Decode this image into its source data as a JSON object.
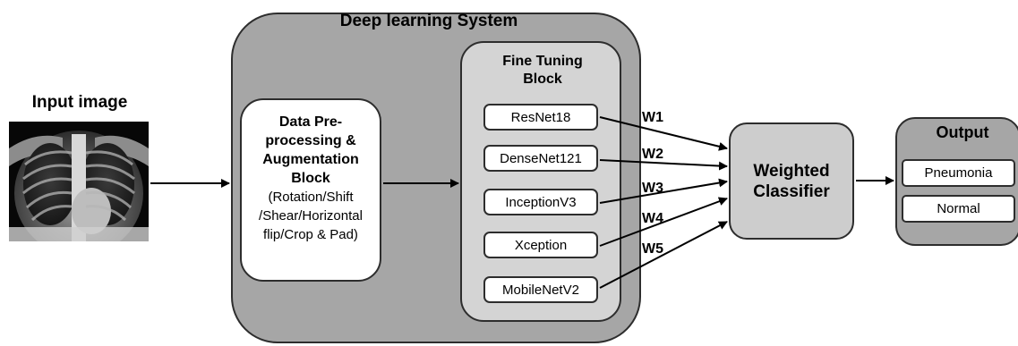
{
  "input": {
    "title": "Input image"
  },
  "deep_learning_system": {
    "title": "Deep learning System"
  },
  "preprocessing": {
    "title_line1": "Data Pre-",
    "title_line2": "processing &",
    "title_line3": "Augmentation",
    "title_line4": "Block",
    "detail_line1": "(Rotation/Shift",
    "detail_line2": "/Shear/Horizontal",
    "detail_line3": "flip/Crop & Pad)"
  },
  "fine_tuning": {
    "title_line1": "Fine Tuning",
    "title_line2": "Block",
    "models": [
      "ResNet18",
      "DenseNet121",
      "InceptionV3",
      "Xception",
      "MobileNetV2"
    ]
  },
  "weights": [
    "W1",
    "W2",
    "W3",
    "W4",
    "W5"
  ],
  "classifier": {
    "line1": "Weighted",
    "line2": "Classifier"
  },
  "output": {
    "title": "Output",
    "classes": [
      "Pneumonia",
      "Normal"
    ]
  }
}
